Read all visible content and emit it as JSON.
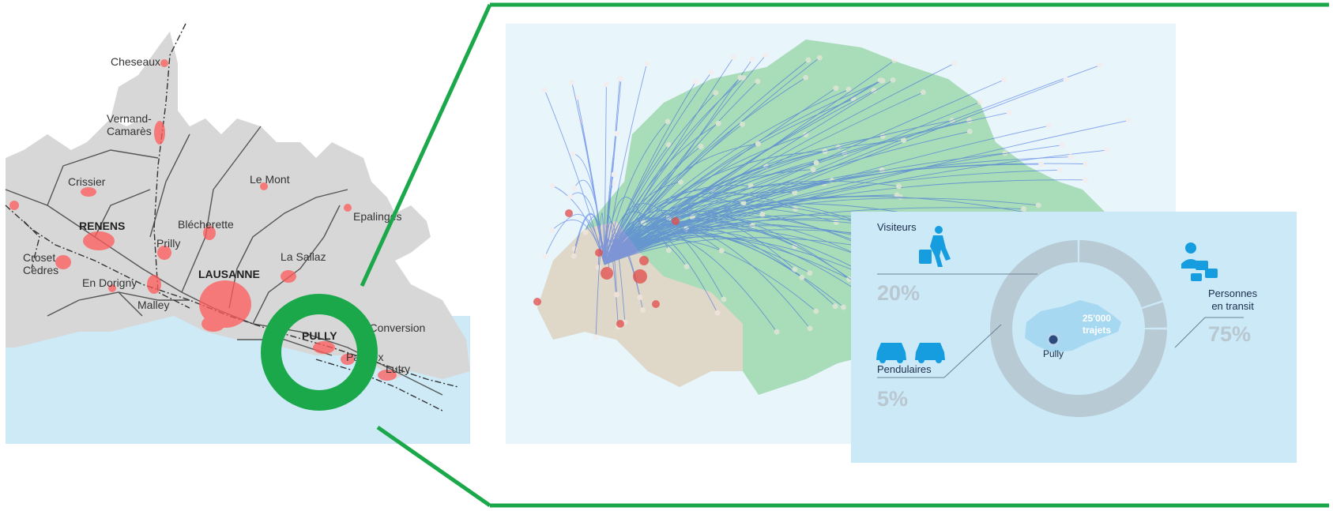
{
  "left_map": {
    "places": [
      {
        "key": "cheseaux",
        "label": "Cheseaux",
        "major": false
      },
      {
        "key": "vernand",
        "label": "Vernand-\nCamarès",
        "major": false
      },
      {
        "key": "crissier",
        "label": "Crissier",
        "major": false
      },
      {
        "key": "le-mont",
        "label": "Le Mont",
        "major": false
      },
      {
        "key": "renens",
        "label": "RENENS",
        "major": true
      },
      {
        "key": "blecherette",
        "label": "Blécherette",
        "major": false
      },
      {
        "key": "epalinges",
        "label": "Epalinges",
        "major": false
      },
      {
        "key": "prilly",
        "label": "Prilly",
        "major": false
      },
      {
        "key": "la-sallaz",
        "label": "La Sallaz",
        "major": false
      },
      {
        "key": "croset",
        "label": "Croset\nCèdres",
        "major": false
      },
      {
        "key": "lausanne",
        "label": "LAUSANNE",
        "major": true
      },
      {
        "key": "en-dorigny",
        "label": "En Dorigny",
        "major": false
      },
      {
        "key": "malley",
        "label": "Malley",
        "major": false
      },
      {
        "key": "la-conversion",
        "label": "La Conversion",
        "major": false
      },
      {
        "key": "pully",
        "label": "PULLY",
        "major": true
      },
      {
        "key": "paudex",
        "label": "Paudex",
        "major": false
      },
      {
        "key": "lutry",
        "label": "Lutry",
        "major": false
      }
    ]
  },
  "info_panel": {
    "visiteurs": {
      "label": "Visiteurs",
      "pct": "20%",
      "icon": "walking-traveller-icon"
    },
    "pendulaires": {
      "label": "Pendulaires",
      "pct": "5%",
      "icon": "cars-icon"
    },
    "transit": {
      "label": "Personnes\nen transit",
      "pct": "75%",
      "icon": "person-traffic-icon"
    },
    "center_count": "25'000",
    "center_unit": "trajets",
    "pully_label": "Pully",
    "chart_data": {
      "type": "pie",
      "categories": [
        "Visiteurs",
        "Pendulaires",
        "Personnes en transit"
      ],
      "values": [
        20,
        5,
        75
      ],
      "title": "25'000 trajets"
    }
  },
  "colors": {
    "highlight_green": "#1aa84a",
    "land_grey": "#d7d7d7",
    "lake_blue": "#cdeaf6",
    "hotspot_red": "#ff5a5a",
    "flow_blue": "#2f5fe0",
    "swiss_green": "#a9dcb9",
    "panel_blue": "#cce9f8",
    "donut_grey": "#b8cad4",
    "icon_blue": "#159de0"
  }
}
